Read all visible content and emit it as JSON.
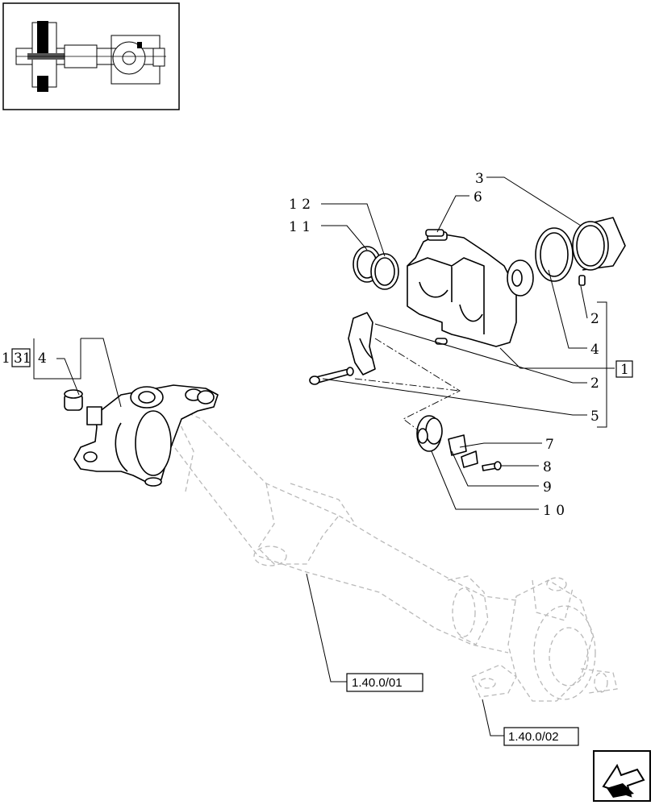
{
  "callouts": {
    "c3": "3",
    "c6": "6",
    "c12": "1 2",
    "c11": "1 1",
    "c2a": "2",
    "c4a": "4",
    "c1": "1",
    "c2b": "2",
    "c5": "5",
    "c7": "7",
    "c8": "8",
    "c9": "9",
    "c10": "1 0",
    "c1_left": "1",
    "c31": "31",
    "c4_left": "4"
  },
  "references": {
    "ref_a": "1.40.0/01",
    "ref_b": "1.40.0/02"
  },
  "icons": {
    "thumbnail": "axle-assembly-thumbnail",
    "nav": "next-page-arrow-icon"
  }
}
